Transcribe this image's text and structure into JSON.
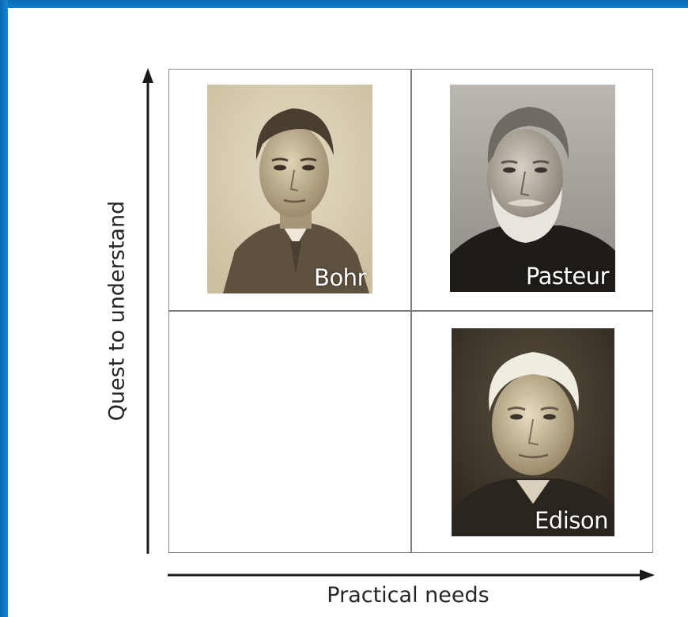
{
  "quadrant": {
    "y_axis_label": "Quest to understand",
    "x_axis_label": "Practical needs",
    "portraits": {
      "bohr": {
        "name": "Bohr"
      },
      "pasteur": {
        "name": "Pasteur"
      },
      "edison": {
        "name": "Edison"
      }
    }
  },
  "colors": {
    "frame": "#0c78c4",
    "grid_line": "#7a7a7a",
    "axis": "#1a1a1a",
    "label_text": "#262626",
    "name_text": "#ffffff"
  }
}
